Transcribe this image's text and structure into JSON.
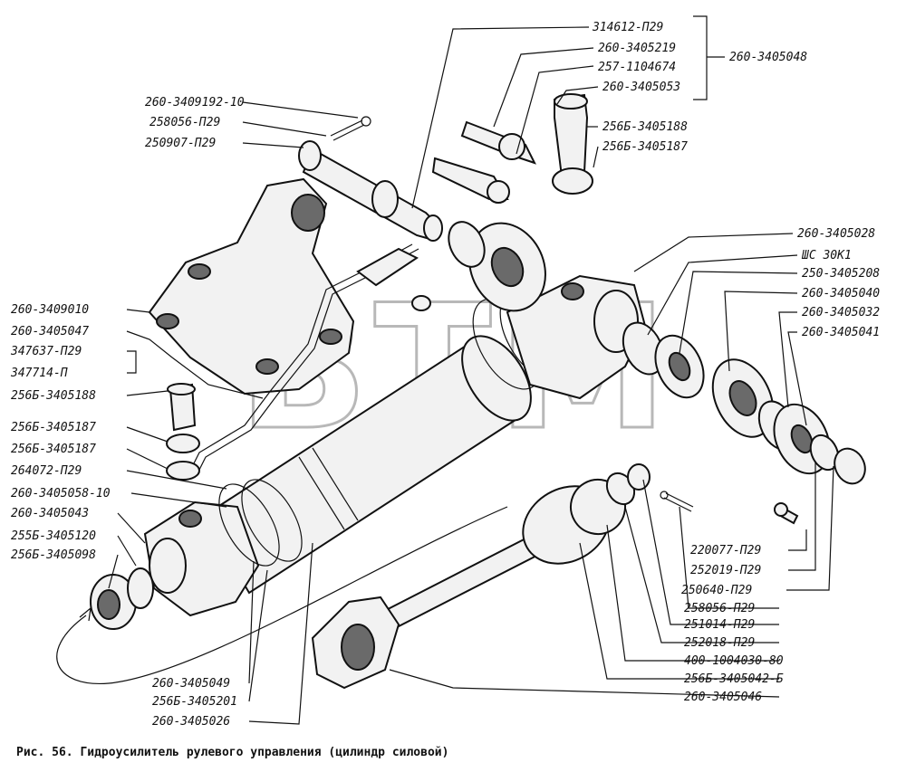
{
  "watermark": "BTM",
  "caption": "Рис. 56. Гидроусилитель рулевого управления (цилиндр силовой)",
  "labels": {
    "l1": "314612-П29",
    "l2": "260-3405219",
    "l3": "257-1104674",
    "l4": "260-3405053",
    "l5": "260-3405048",
    "l6": "260-3409192-10",
    "l7": "258056-П29",
    "l8": "250907-П29",
    "l9": "256Б-3405188",
    "l10": "256Б-3405187",
    "l11": "260-3405028",
    "l12": "ШС 30К1",
    "l13": "250-3405208",
    "l14": "260-3405040",
    "l15": "260-3405032",
    "l16": "260-3405041",
    "l17": "260-3409010",
    "l18": "260-3405047",
    "l19": "347637-П29",
    "l20": "347714-П",
    "l21": "256Б-3405188",
    "l22": "256Б-3405187",
    "l23": "256Б-3405187",
    "l24": "264072-П29",
    "l25": "260-3405058-10",
    "l26": "260-3405043",
    "l27": "255Б-3405120",
    "l28": "256Б-3405098",
    "l29": "220077-П29",
    "l30": "252019-П29",
    "l31": "250640-П29",
    "l32": "258056-П29",
    "l33": "251014-П29",
    "l34": "252018-П29",
    "l35": "400-1004030-80",
    "l36": "256Б-3405042-Б",
    "l37": "260-3405046",
    "l38": "260-3405049",
    "l39": "256Б-3405201",
    "l40": "260-3405026"
  }
}
